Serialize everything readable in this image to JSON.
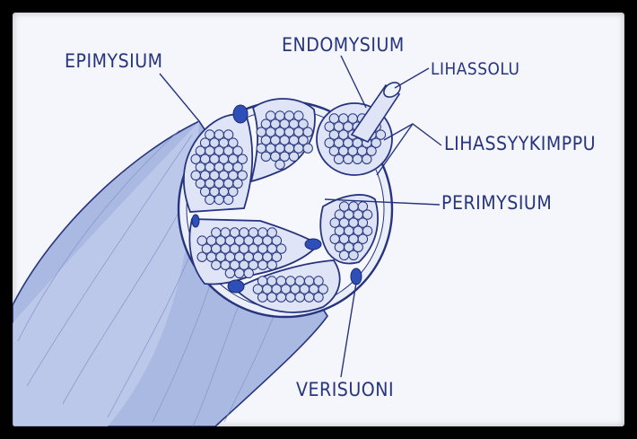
{
  "labels": {
    "epimysium": "EPIMYSIUM",
    "endomysium": "ENDOMYSIUM",
    "lihassolu": "LIHASSOLU",
    "lihassyykimppu": "LIHASSYYKIMPPU",
    "perimysium": "PERIMYSIUM",
    "verisuoni": "VERISUONI"
  },
  "colors": {
    "ink": "#27347e",
    "paper": "#f4f6fb",
    "muscle_shade": "#aab9e2",
    "fascicle_fill": "#dfe5f6",
    "fiber_fill": "#d4dcf1",
    "vessel": "#2f4fb8",
    "frame": "#000000"
  }
}
